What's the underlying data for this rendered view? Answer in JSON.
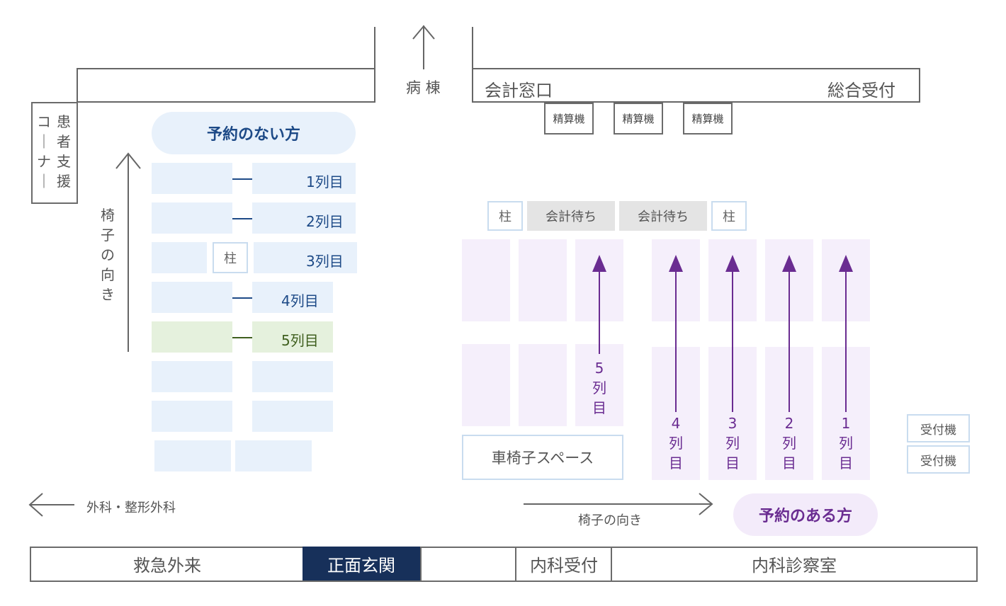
{
  "top": {
    "ward_label": "病 棟",
    "cashier_window": "会計窓口",
    "general_reception": "総合受付",
    "payment_machines": [
      "精算機",
      "精算機",
      "精算機"
    ]
  },
  "left": {
    "patient_support_corner": [
      "患者支援",
      "コーナー"
    ],
    "chair_direction": "椅子の向き",
    "no_appointment_label": "予約のない方",
    "rows": [
      "1列目",
      "2列目",
      "3列目",
      "4列目",
      "5列目"
    ],
    "pillar": "柱",
    "outpatient_direction": "外科・整形外科"
  },
  "right": {
    "pillar": "柱",
    "waiting": [
      "会計待ち",
      "会計待ち"
    ],
    "wheelchair_space": "車椅子スペース",
    "reception_machines": [
      "受付機",
      "受付機"
    ],
    "chair_direction": "椅子の向き",
    "appointment_label": "予約のある方",
    "rows": [
      {
        "num": "5",
        "a": "列",
        "b": "目"
      },
      {
        "num": "4",
        "a": "列",
        "b": "目"
      },
      {
        "num": "3",
        "a": "列",
        "b": "目"
      },
      {
        "num": "2",
        "a": "列",
        "b": "目"
      },
      {
        "num": "1",
        "a": "列",
        "b": "目"
      }
    ]
  },
  "bottom": {
    "emergency": "救急外来",
    "main_entrance": "正面玄関",
    "internal_reception": "内科受付",
    "internal_exam_room": "内科診察室"
  },
  "colors": {
    "navy": "#1d4a87",
    "green": "#3f5f1e",
    "purple": "#6a2c91",
    "entrance_bg": "#17305a"
  }
}
